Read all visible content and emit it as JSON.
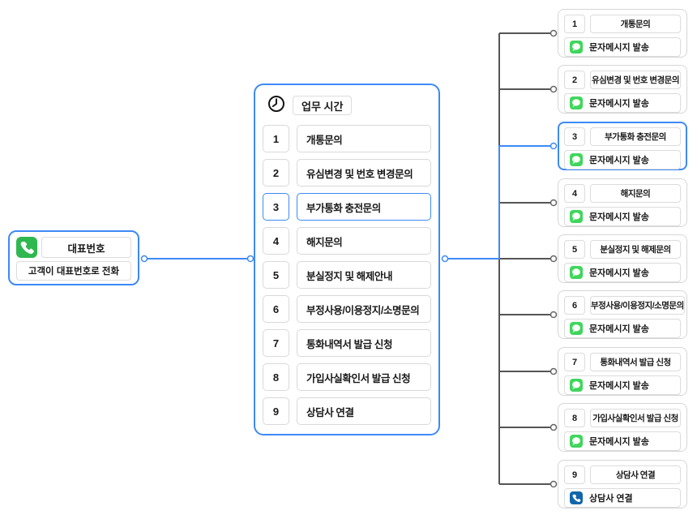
{
  "colors": {
    "accent_blue": "#3d8af6",
    "line_gray": "#555555",
    "phone_green": "#2eb84f",
    "message_green": "#40d65c",
    "phone_dark_blue": "#1166ab",
    "box_border": "#d6d6d6"
  },
  "left_node": {
    "icon": "phone-icon",
    "title": "대표번호",
    "subtitle": "고객이 대표번호로 전화"
  },
  "menu_node": {
    "icon": "clock-icon",
    "header": "업무 시간",
    "selected": "3",
    "items": [
      {
        "num": "1",
        "label": "개통문의"
      },
      {
        "num": "2",
        "label": "유심변경 및 번호 변경문의"
      },
      {
        "num": "3",
        "label": "부가통화 충전문의"
      },
      {
        "num": "4",
        "label": "해지문의"
      },
      {
        "num": "5",
        "label": "분실정지 및 해제안내"
      },
      {
        "num": "6",
        "label": "부정사용/이용정지/소명문의"
      },
      {
        "num": "7",
        "label": "통화내역서 발급 신청"
      },
      {
        "num": "8",
        "label": "가입사실확인서 발급 신청"
      },
      {
        "num": "9",
        "label": "상담사 연결"
      }
    ]
  },
  "result_nodes": [
    {
      "num": "1",
      "title": "개통문의",
      "action": "문자메시지 발송",
      "action_icon": "message-icon",
      "selected": false
    },
    {
      "num": "2",
      "title": "유심변경 및 번호 변경문의",
      "action": "문자메시지 발송",
      "action_icon": "message-icon",
      "selected": false
    },
    {
      "num": "3",
      "title": "부가통화 충전문의",
      "action": "문자메시지 발송",
      "action_icon": "message-icon",
      "selected": true
    },
    {
      "num": "4",
      "title": "해지문의",
      "action": "문자메시지 발송",
      "action_icon": "message-icon",
      "selected": false
    },
    {
      "num": "5",
      "title": "분실정지 및 해제문의",
      "action": "문자메시지 발송",
      "action_icon": "message-icon",
      "selected": false
    },
    {
      "num": "6",
      "title": "부정사용/이용정지/소명문의",
      "action": "문자메시지 발송",
      "action_icon": "message-icon",
      "selected": false
    },
    {
      "num": "7",
      "title": "통화내역서 발급 신청",
      "action": "문자메시지 발송",
      "action_icon": "message-icon",
      "selected": false
    },
    {
      "num": "8",
      "title": "가입사실확인서 발급 신청",
      "action": "문자메시지 발송",
      "action_icon": "message-icon",
      "selected": false
    },
    {
      "num": "9",
      "title": "상담사 연결",
      "action": "상담사 연결",
      "action_icon": "phone-icon",
      "selected": false
    }
  ]
}
